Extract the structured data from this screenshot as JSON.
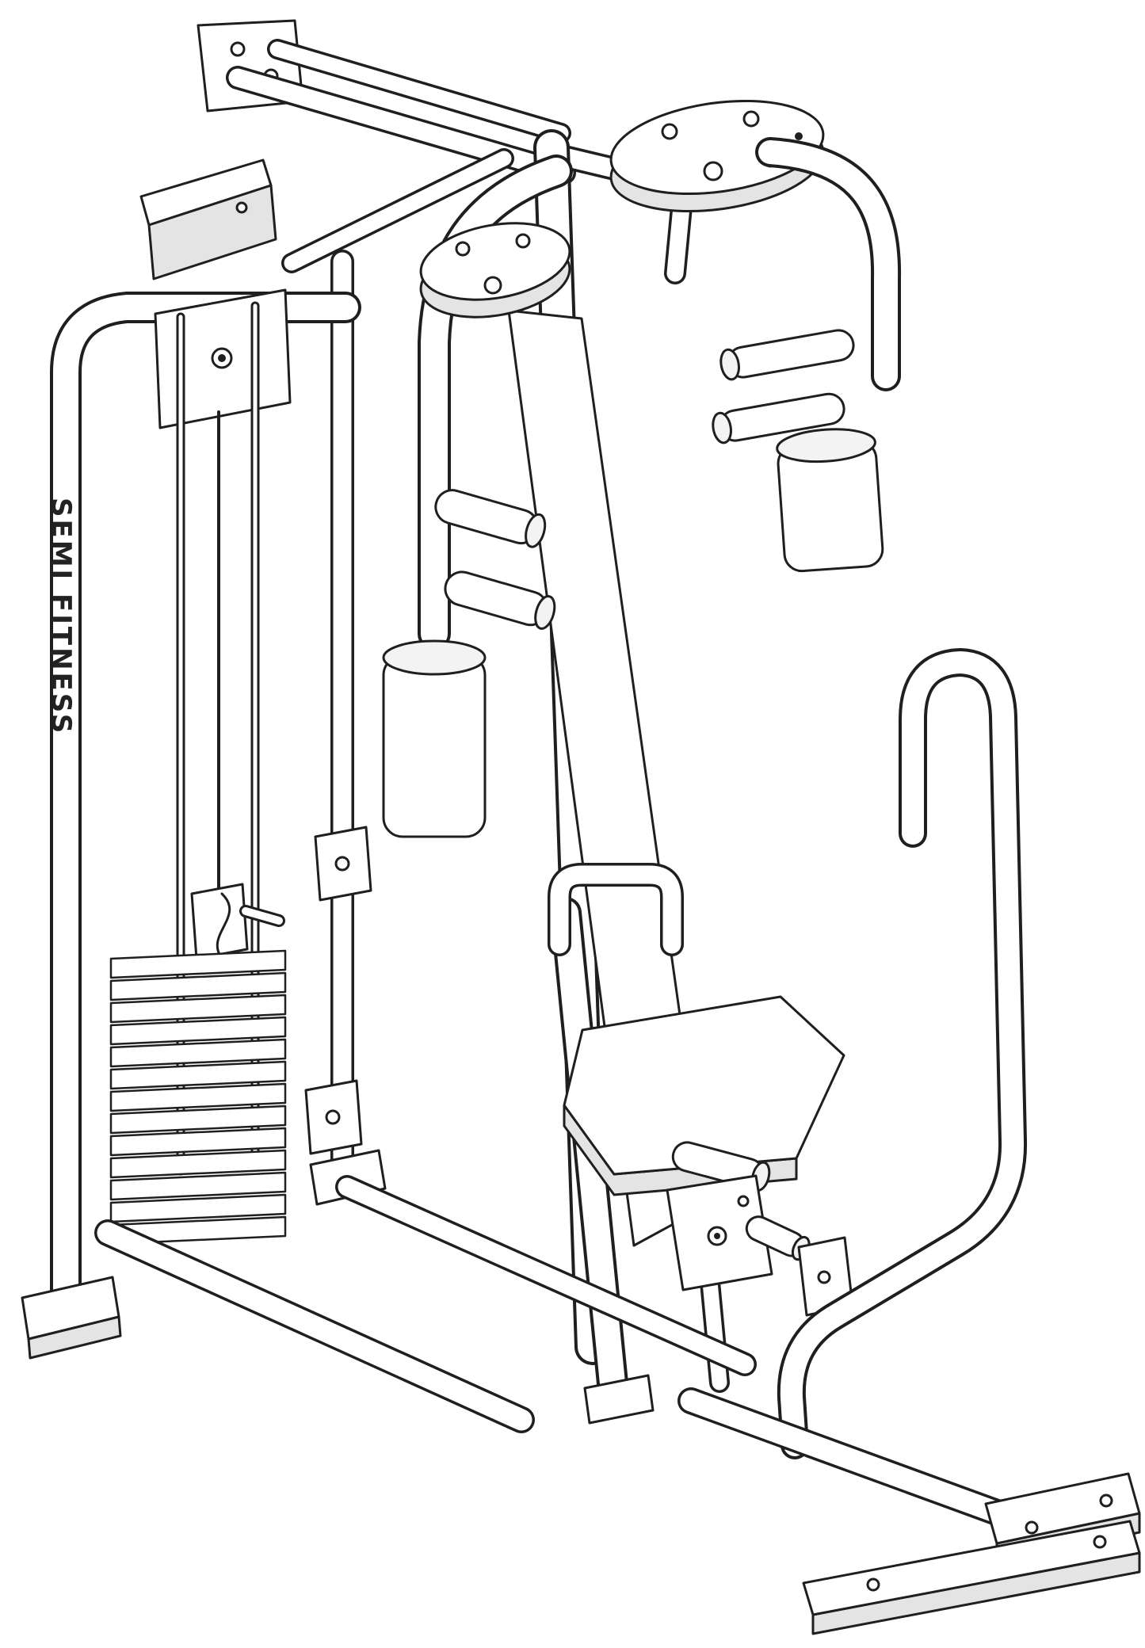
{
  "diagram": {
    "title_hint": "isometric line drawing of a multi-station home gym",
    "brand_text": "SEMI FITNESS",
    "weight_plate_count": 13,
    "colors": {
      "stroke": "#1f1f1f",
      "fill": "#ffffff",
      "shade": "#e4e4e4"
    },
    "components": [
      {
        "id": "top-frame",
        "label": "top frame and brackets"
      },
      {
        "id": "weight-stack",
        "label": "weight stack with guide rods"
      },
      {
        "id": "pec-deck",
        "label": "pec-deck arm with grips and roller pad"
      },
      {
        "id": "press-arm",
        "label": "press arm with foam rollers"
      },
      {
        "id": "seat-assembly",
        "label": "seat pad and seat post"
      },
      {
        "id": "linkage",
        "label": "lower pivot linkage"
      },
      {
        "id": "row-handle",
        "label": "side handle bar"
      },
      {
        "id": "base-frame",
        "label": "base rails and foot plates"
      }
    ]
  }
}
